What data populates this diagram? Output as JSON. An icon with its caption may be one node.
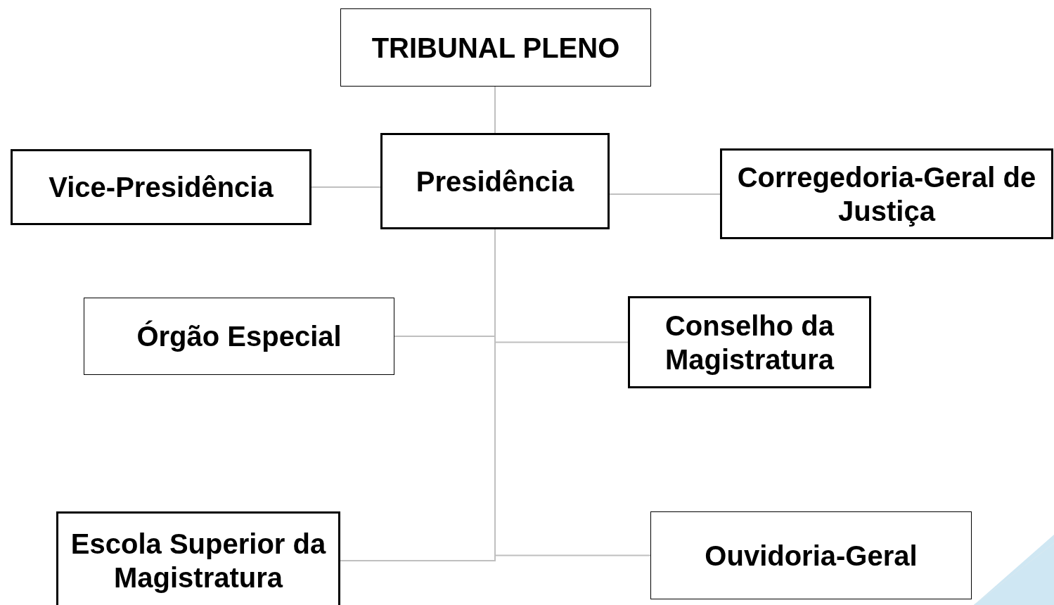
{
  "diagram": {
    "nodes": [
      {
        "text": [
          "TRIBUNAL PLENO"
        ]
      },
      {
        "text": [
          "Presidência"
        ]
      },
      {
        "text": [
          "Vice-Presidência"
        ]
      },
      {
        "text": [
          "Corregedoria-Geral de Justiça"
        ]
      },
      {
        "text": [
          "Órgão Especial"
        ]
      },
      {
        "text": [
          "Conselho da Magistratura"
        ]
      },
      {
        "text": [
          "Escola Superior da Magistratura"
        ]
      },
      {
        "text": [
          "Ouvidoria-Geral"
        ]
      }
    ],
    "edges": [
      {
        "from": 0,
        "to": 1,
        "arrow": "none"
      },
      {
        "from": 1,
        "to": 2,
        "arrow": "none"
      },
      {
        "from": 1,
        "to": 3,
        "arrow": "none"
      },
      {
        "from": 1,
        "to": 4,
        "arrow": "none"
      },
      {
        "from": 1,
        "to": 5,
        "arrow": "none"
      },
      {
        "from": 1,
        "to": 6,
        "arrow": "none"
      },
      {
        "from": 1,
        "to": 7,
        "arrow": "none"
      }
    ]
  }
}
